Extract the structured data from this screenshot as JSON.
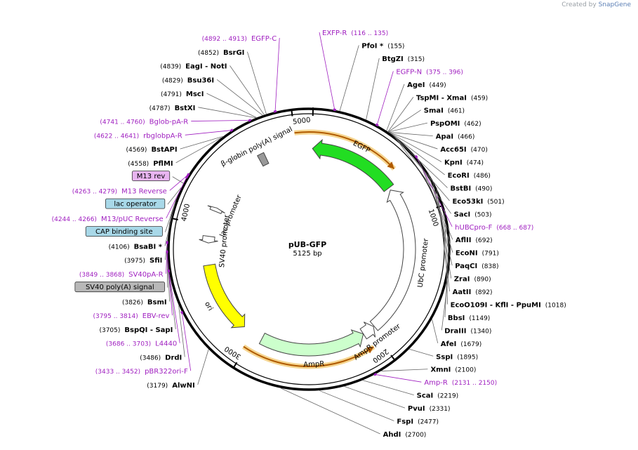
{
  "brand": {
    "prefix": "Created by",
    "name": "SnapGene"
  },
  "plasmid": {
    "name": "pUB-GFP",
    "length_label": "5125 bp",
    "total_bp": 5125
  },
  "ticks": [
    {
      "bp": 1000,
      "label": "1000"
    },
    {
      "bp": 2000,
      "label": "2000"
    },
    {
      "bp": 3000,
      "label": "3000"
    },
    {
      "bp": 4000,
      "label": "4000"
    },
    {
      "bp": 5000,
      "label": "5000"
    }
  ],
  "features": [
    {
      "name": "EGFP",
      "start": 5,
      "end": 724,
      "dir": "rev",
      "color": "#22dd22"
    },
    {
      "name": "UbC promoter",
      "start": 745,
      "end": 1964,
      "dir": "rev",
      "color": "#ffffff"
    },
    {
      "name": "AmpR promoter",
      "start": 1970,
      "end": 2071,
      "dir": "rev",
      "color": "#ffffff"
    },
    {
      "name": "AmpR",
      "start": 2072,
      "end": 2932,
      "dir": "rev",
      "color": "#ccffcc"
    },
    {
      "name": "ori",
      "start": 3103,
      "end": 3691,
      "dir": "rev",
      "color": "#ffff00"
    },
    {
      "name": "SV40 promoter",
      "start": 3870,
      "end": 3924,
      "dir": "rev",
      "color": "#ffffff",
      "label_inside": true
    },
    {
      "name": "lac promoter",
      "start": 4133,
      "end": 4163,
      "dir": "fwd",
      "color": "#ffffff",
      "label_inside": true
    },
    {
      "name": "β-globin poly(A) signal",
      "start": 4690,
      "end": 4744,
      "dir": "none",
      "color": "#999999"
    }
  ],
  "primers_arcs": [
    {
      "start": 5000,
      "end": 640,
      "dir": "fwd"
    },
    {
      "start": 2060,
      "end": 3020,
      "dir": "rev"
    }
  ],
  "left_labels": [
    {
      "pos": "(4892 .. 4913)",
      "name": "EGFP-C",
      "kind": "primer",
      "bp": 4905
    },
    {
      "pos": "(4852)",
      "name": "BsrGI",
      "kind": "enzyme",
      "bp": 4852
    },
    {
      "pos": "(4839)",
      "name": "EagI  -  NotI",
      "kind": "enzyme",
      "bp": 4839
    },
    {
      "pos": "(4829)",
      "name": "Bsu36I",
      "kind": "enzyme",
      "bp": 4829
    },
    {
      "pos": "(4791)",
      "name": "MscI",
      "kind": "enzyme",
      "bp": 4791
    },
    {
      "pos": "(4787)",
      "name": "BstXI",
      "kind": "enzyme",
      "bp": 4787
    },
    {
      "pos": "(4741 .. 4760)",
      "name": "Bglob-pA-R",
      "kind": "primer",
      "bp": 4750
    },
    {
      "pos": "(4622 .. 4641)",
      "name": "rbglobpA-R",
      "kind": "primer",
      "bp": 4631
    },
    {
      "pos": "(4569)",
      "name": "BstAPI",
      "kind": "enzyme",
      "bp": 4569
    },
    {
      "pos": "(4558)",
      "name": "PflMI",
      "kind": "enzyme",
      "bp": 4558
    },
    {
      "pos": "",
      "name": "M13 rev",
      "kind": "box",
      "bg": "#e8b4f0",
      "bp": 4214
    },
    {
      "pos": "(4263 .. 4279)",
      "name": "M13 Reverse",
      "kind": "primer",
      "bp": 4271
    },
    {
      "pos": "",
      "name": "lac operator",
      "kind": "box",
      "bg": "#a8d8e8",
      "bp": 4186
    },
    {
      "pos": "(4244 .. 4266)",
      "name": "M13/pUC Reverse",
      "kind": "primer",
      "bp": 4255
    },
    {
      "pos": "",
      "name": "CAP binding site",
      "kind": "box",
      "bg": "#a8d8e8",
      "bp": 4118
    },
    {
      "pos": "(4106)",
      "name": "BsaBI *",
      "kind": "enzyme",
      "bp": 4106
    },
    {
      "pos": "(3975)",
      "name": "SfiI",
      "kind": "enzyme",
      "bp": 3975
    },
    {
      "pos": "(3849 .. 3868)",
      "name": "SV40pA-R",
      "kind": "primer",
      "bp": 3858
    },
    {
      "pos": "",
      "name": "SV40 poly(A) signal",
      "kind": "box",
      "bg": "#b8b8b8",
      "bp": 3830
    },
    {
      "pos": "(3826)",
      "name": "BsmI",
      "kind": "enzyme",
      "bp": 3826
    },
    {
      "pos": "(3795 .. 3814)",
      "name": "EBV-rev",
      "kind": "primer",
      "bp": 3804
    },
    {
      "pos": "(3705)",
      "name": "BspQI  -  SapI",
      "kind": "enzyme",
      "bp": 3705
    },
    {
      "pos": "(3686 .. 3703)",
      "name": "L4440",
      "kind": "primer",
      "bp": 3694
    },
    {
      "pos": "(3486)",
      "name": "DrdI",
      "kind": "enzyme",
      "bp": 3486
    },
    {
      "pos": "(3433 .. 3452)",
      "name": "pBR322ori-F",
      "kind": "primer",
      "bp": 3442
    },
    {
      "pos": "(3179)",
      "name": "AlwNI",
      "kind": "enzyme",
      "bp": 3179
    }
  ],
  "right_labels": [
    {
      "pos": "(116 .. 135)",
      "name": "EXFP-R",
      "kind": "primer",
      "bp": 125
    },
    {
      "pos": "(155)",
      "name": "PfoI *",
      "kind": "enzyme",
      "bp": 155
    },
    {
      "pos": "(315)",
      "name": "BtgZI",
      "kind": "enzyme",
      "bp": 315
    },
    {
      "pos": "(375 .. 396)",
      "name": "EGFP-N",
      "kind": "primer",
      "bp": 385
    },
    {
      "pos": "(449)",
      "name": "AgeI",
      "kind": "enzyme",
      "bp": 449
    },
    {
      "pos": "(459)",
      "name": "TspMI  -  XmaI",
      "kind": "enzyme",
      "bp": 459
    },
    {
      "pos": "(461)",
      "name": "SmaI",
      "kind": "enzyme",
      "bp": 461
    },
    {
      "pos": "(462)",
      "name": "PspOMI",
      "kind": "enzyme",
      "bp": 462
    },
    {
      "pos": "(466)",
      "name": "ApaI",
      "kind": "enzyme",
      "bp": 466
    },
    {
      "pos": "(470)",
      "name": "Acc65I",
      "kind": "enzyme",
      "bp": 470
    },
    {
      "pos": "(474)",
      "name": "KpnI",
      "kind": "enzyme",
      "bp": 474
    },
    {
      "pos": "(486)",
      "name": "EcoRI",
      "kind": "enzyme",
      "bp": 486
    },
    {
      "pos": "(490)",
      "name": "BstBI",
      "kind": "enzyme",
      "bp": 490
    },
    {
      "pos": "(501)",
      "name": "Eco53kI",
      "kind": "enzyme",
      "bp": 501
    },
    {
      "pos": "(503)",
      "name": "SacI",
      "kind": "enzyme",
      "bp": 503
    },
    {
      "pos": "(668 .. 687)",
      "name": "hUBCpro-F",
      "kind": "primer",
      "bp": 677
    },
    {
      "pos": "(692)",
      "name": "AflII",
      "kind": "enzyme",
      "bp": 692
    },
    {
      "pos": "(791)",
      "name": "EcoNI",
      "kind": "enzyme",
      "bp": 791
    },
    {
      "pos": "(838)",
      "name": "PaqCI",
      "kind": "enzyme",
      "bp": 838
    },
    {
      "pos": "(890)",
      "name": "ZraI",
      "kind": "enzyme",
      "bp": 890
    },
    {
      "pos": "(892)",
      "name": "AatII",
      "kind": "enzyme",
      "bp": 892
    },
    {
      "pos": "(1018)",
      "name": "EcoO109I  -  KflI  -  PpuMI",
      "kind": "enzyme",
      "bp": 1018
    },
    {
      "pos": "(1149)",
      "name": "BbsI",
      "kind": "enzyme",
      "bp": 1149
    },
    {
      "pos": "(1340)",
      "name": "DraIII",
      "kind": "enzyme",
      "bp": 1340
    },
    {
      "pos": "(1679)",
      "name": "AfeI",
      "kind": "enzyme",
      "bp": 1679
    },
    {
      "pos": "(1895)",
      "name": "SspI",
      "kind": "enzyme",
      "bp": 1895
    },
    {
      "pos": "(2100)",
      "name": "XmnI",
      "kind": "enzyme",
      "bp": 2100
    },
    {
      "pos": "(2131 .. 2150)",
      "name": "Amp-R",
      "kind": "primer",
      "bp": 2140
    },
    {
      "pos": "(2219)",
      "name": "ScaI",
      "kind": "enzyme",
      "bp": 2219
    },
    {
      "pos": "(2331)",
      "name": "PvuI",
      "kind": "enzyme",
      "bp": 2331
    },
    {
      "pos": "(2477)",
      "name": "FspI",
      "kind": "enzyme",
      "bp": 2477
    },
    {
      "pos": "(2700)",
      "name": "AhdI",
      "kind": "enzyme",
      "bp": 2700
    }
  ],
  "colors": {
    "primer": "#a020c0",
    "enzyme": "#000000",
    "leader": "#666666",
    "backbone": "#000000",
    "primer_arc": "#b05a00",
    "primer_glow": "#f5d590"
  }
}
